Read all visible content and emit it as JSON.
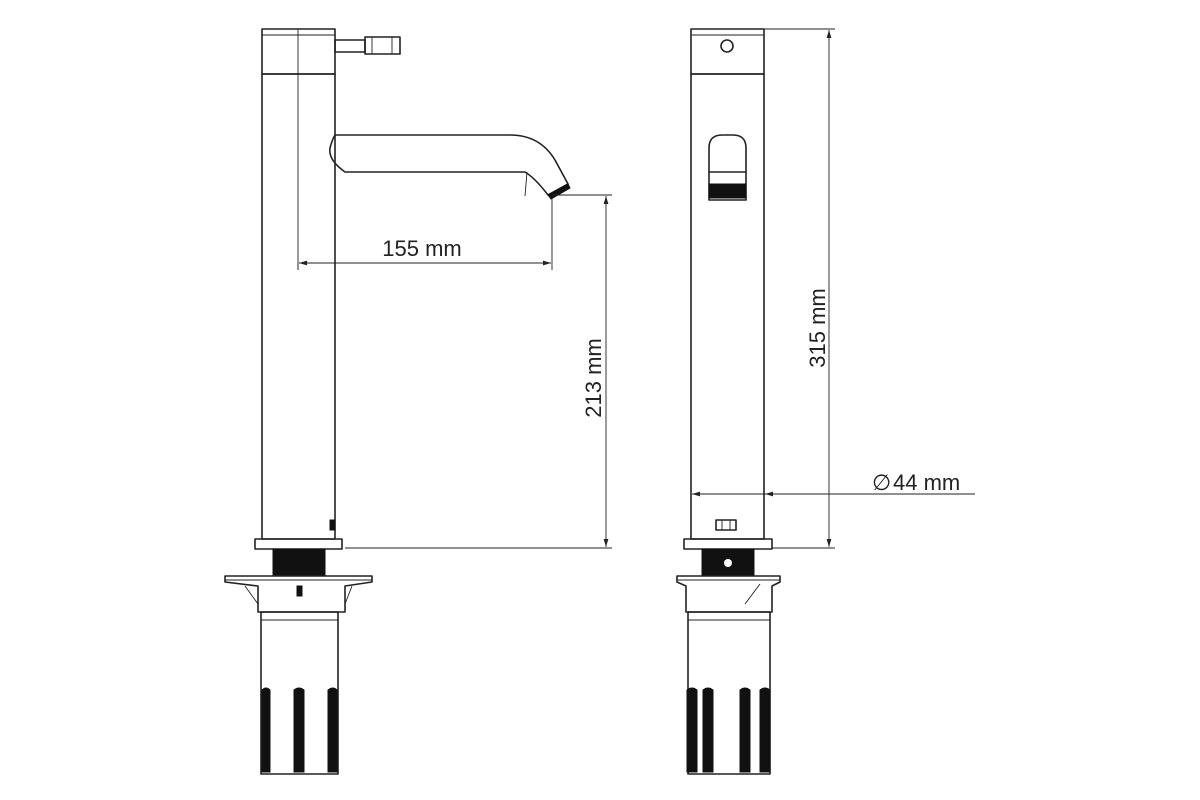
{
  "dimensions": {
    "spout_reach": "155 mm",
    "spout_height": "213 mm",
    "total_height": "315 mm",
    "diameter_symbol": "∅",
    "diameter": "44 mm"
  }
}
